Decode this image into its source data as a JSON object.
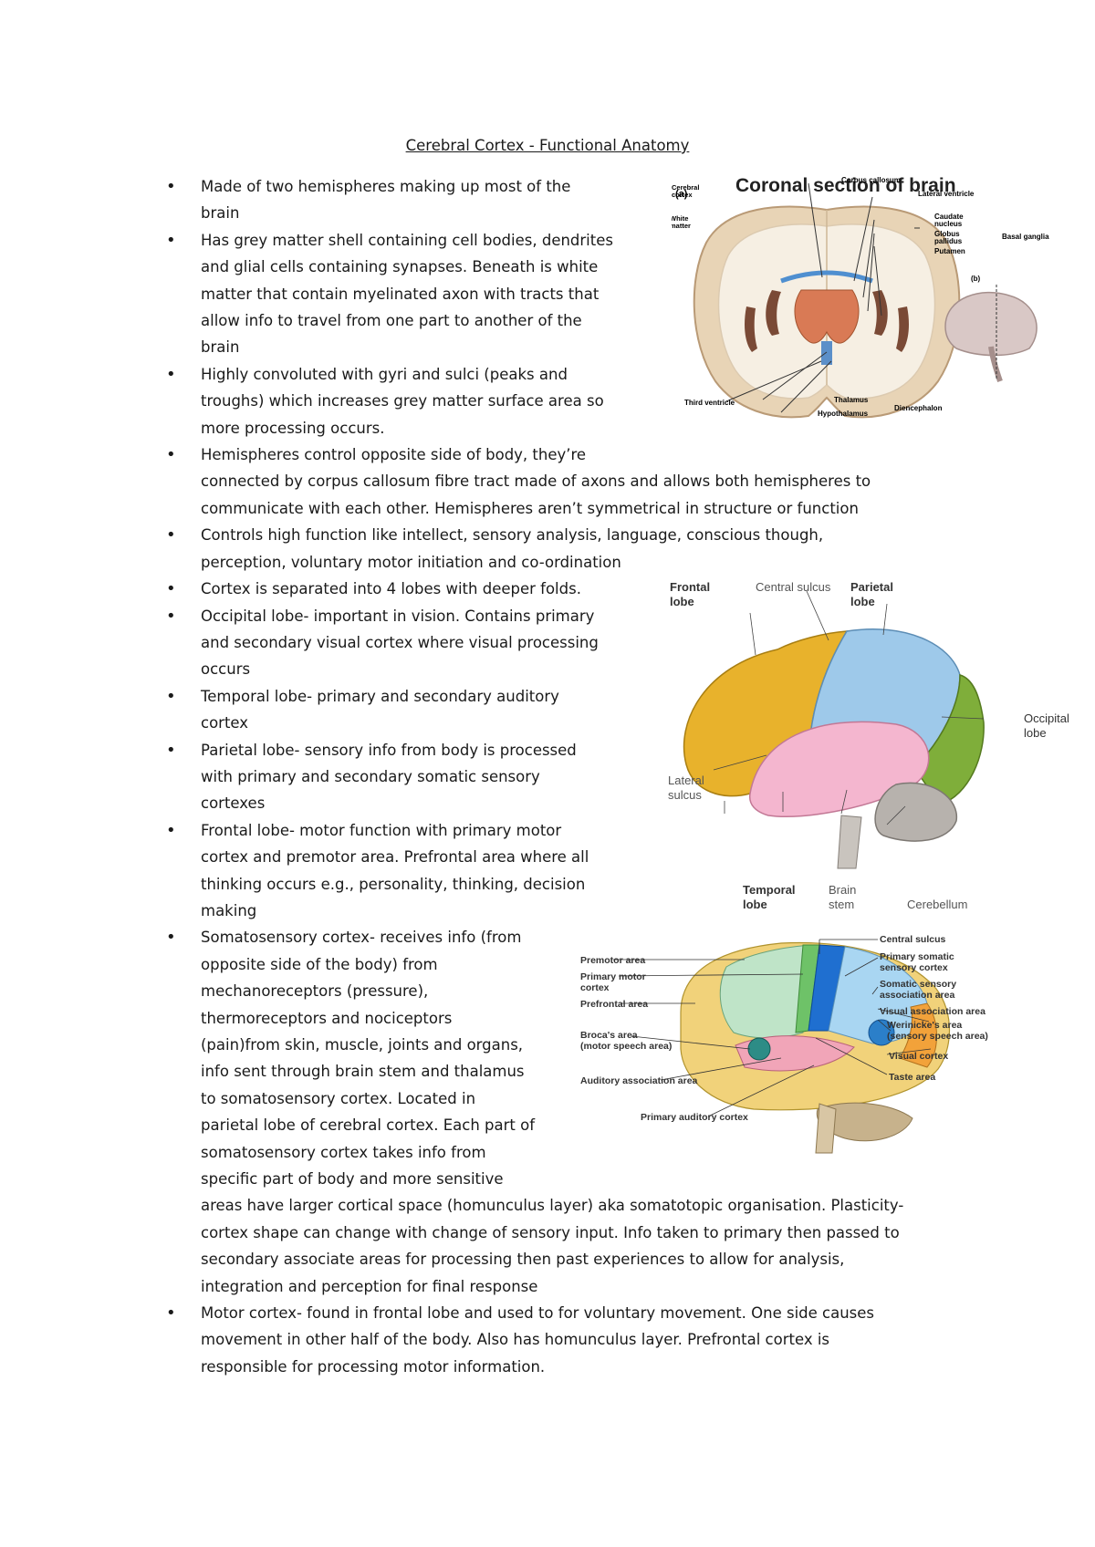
{
  "title": "Cerebral Cortex - Functional Anatomy",
  "bullets": [
    [
      "Made of two hemispheres making up most of the",
      "brain"
    ],
    [
      "Has grey matter shell containing cell bodies, dendrites",
      "and glial cells containing synapses. Beneath is white",
      "matter that contain myelinated axon with tracts that",
      "allow info to travel from one part to another of the",
      "brain"
    ],
    [
      "Highly convoluted with gyri and sulci (peaks and",
      "troughs) which increases grey matter surface area so",
      "more processing occurs."
    ],
    [
      "Hemispheres control opposite side of body, they’re",
      "connected by corpus callosum fibre tract made of axons and allows both hemispheres to",
      "communicate with each other. Hemispheres aren’t symmetrical in structure or function"
    ],
    [
      "Controls high function like intellect, sensory analysis, language, conscious though,",
      "perception, voluntary motor initiation and co-ordination"
    ],
    [
      "Cortex is separated into 4 lobes with deeper folds."
    ],
    [
      "Occipital lobe- important in vision. Contains primary",
      "and secondary visual cortex where visual processing",
      "occurs"
    ],
    [
      "Temporal lobe- primary and secondary auditory",
      "cortex"
    ],
    [
      "Parietal lobe- sensory info from body is processed",
      "with primary and secondary somatic sensory",
      "cortexes"
    ],
    [
      "Frontal lobe- motor function with primary motor",
      "cortex and premotor area. Prefrontal area where all",
      "thinking occurs e.g., personality, thinking, decision",
      "making"
    ],
    [
      "Somatosensory cortex- receives info (from",
      "opposite side of the body) from",
      "mechanoreceptors (pressure),",
      "thermoreceptors and nociceptors",
      "(pain)from skin, muscle, joints and organs,",
      "info sent through brain stem and thalamus",
      "to somatosensory cortex. Located in",
      "parietal lobe of cerebral cortex. Each part of",
      "somatosensory cortex takes info from",
      "specific part of body and more sensitive",
      "areas have larger cortical space (homunculus layer) aka somatotopic organisation. Plasticity-",
      "cortex shape can change with change of sensory input. Info taken to primary then passed to",
      "secondary associate areas for processing then past experiences to allow for analysis,",
      "integration and perception for final response"
    ],
    [
      "Motor cortex- found in frontal lobe and used to for voluntary movement. One side causes",
      "movement in other half of the body. Also has homunculus layer. Prefrontal cortex is",
      "responsible for processing motor information."
    ]
  ],
  "figure_coronal": {
    "panel_a": "(a)",
    "panel_b": "(b)",
    "heading": "Coronal section of brain",
    "labels": {
      "cerebral_cortex": [
        "Cerebral",
        "cortex"
      ],
      "white_matter": [
        "White",
        "matter"
      ],
      "corpus_callosum": "Corpus callosum",
      "lateral_ventricle": "Lateral ventricle",
      "caudate_nucleus": [
        "Caudate",
        "nucleus"
      ],
      "globus_pallidus": [
        "Globus",
        "pallidus"
      ],
      "putamen": "Putamen",
      "basal_ganglia": "Basal ganglia",
      "third_ventricle": "Third ventricle",
      "thalamus": "Thalamus",
      "hypothalamus": "Hypothalamus",
      "diencephalon": "Diencephalon"
    }
  },
  "figure_lobes": {
    "frontal_lobe": [
      "Frontal",
      "lobe"
    ],
    "central_sulcus": "Central sulcus",
    "parietal_lobe": [
      "Parietal",
      "lobe"
    ],
    "occipital_lobe": [
      "Occipital",
      "lobe"
    ],
    "lateral_sulcus": [
      "Lateral",
      "sulcus"
    ],
    "temporal_lobe": [
      "Temporal",
      "lobe"
    ],
    "brain_stem": [
      "Brain",
      "stem"
    ],
    "cerebellum": "Cerebellum",
    "colors": {
      "frontal": "#e8b22c",
      "parietal": "#9ec9ea",
      "occipital": "#7fae3a",
      "temporal": "#f4b6cf",
      "cerebellum": "#b7b2ad"
    }
  },
  "figure_areas": {
    "central_sulcus": "Central sulcus",
    "primary_somatic_sensory_cortex": [
      "Primary somatic",
      "sensory cortex"
    ],
    "somatic_sensory_association_area": [
      "Somatic sensory",
      "association area"
    ],
    "visual_association_area": "Visual association area",
    "wernickes_area": [
      "Werinicke's area",
      "(sensory speech area)"
    ],
    "visual_cortex": "Visual cortex",
    "taste_area": "Taste area",
    "premotor_area": "Premotor area",
    "primary_motor_cortex": [
      "Primary motor",
      "cortex"
    ],
    "prefrontal_area": "Prefrontal area",
    "brocas_area": [
      "Broca's area",
      "(motor speech area)"
    ],
    "auditory_association_area": "Auditory association area",
    "primary_auditory_cortex": "Primary auditory cortex"
  }
}
